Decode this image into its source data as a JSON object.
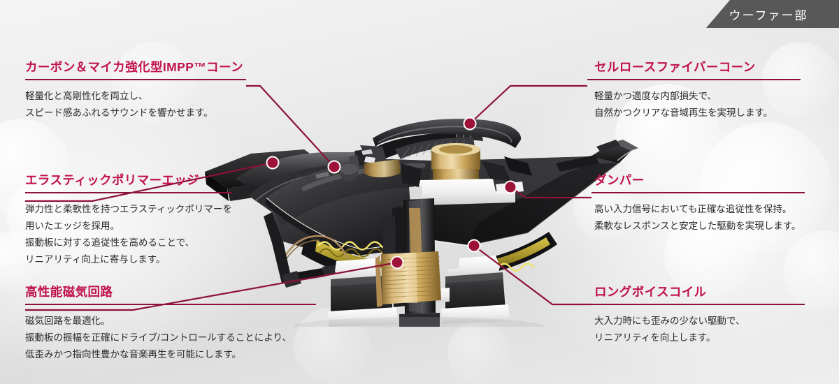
{
  "header": {
    "tab_label": "ウーファー部"
  },
  "theme": {
    "accent": "#c0114b",
    "rule": "#8e1238",
    "dot_fill": "#9e1239",
    "body_text": "#2a2a2a",
    "tab_bg": "#585858",
    "tab_text": "#ffffff",
    "background": "#e9e9e9"
  },
  "diagram": {
    "subject": "coaxial woofer cutaway",
    "alt": "カットモデルのウーファーユニット断面図"
  },
  "callouts": [
    {
      "id": "impp-cone",
      "side": "left",
      "title": "カーボン＆マイカ強化型IMPP™コーン",
      "body": [
        "軽量化と高剛性化を両立し、",
        "スピード感あふれるサウンドを響かせます。"
      ]
    },
    {
      "id": "cellulose-fiber-cone",
      "side": "right",
      "title": "セルロースファイバーコーン",
      "body": [
        "軽量かつ適度な内部損失で、",
        "自然かつクリアな音域再生を実現します。"
      ]
    },
    {
      "id": "elastic-polymer-edge",
      "side": "left",
      "title": "エラスティックポリマーエッジ",
      "body": [
        "弾力性と柔軟性を持つエラスティックポリマーを",
        "用いたエッジを採用。",
        "振動板に対する追従性を高めることで、",
        "リニアリティ向上に寄与します。"
      ]
    },
    {
      "id": "damper",
      "side": "right",
      "title": "ダンパー",
      "body": [
        "高い入力信号においても正確な追従性を保持。",
        "柔軟なレスポンスと安定した駆動を実現します。"
      ]
    },
    {
      "id": "high-performance-magnetic-circuit",
      "side": "left",
      "title": "高性能磁気回路",
      "body": [
        "磁気回路を最適化。",
        "振動板の振幅を正確にドライブ/コントロールすることにより、",
        "低歪みかつ指向性豊かな音楽再生を可能にします。"
      ]
    },
    {
      "id": "long-voice-coil",
      "side": "right",
      "title": "ロングボイスコイル",
      "body": [
        "大入力時にも歪みの少ない駆動で、",
        "リニアリティを向上します。"
      ]
    }
  ]
}
